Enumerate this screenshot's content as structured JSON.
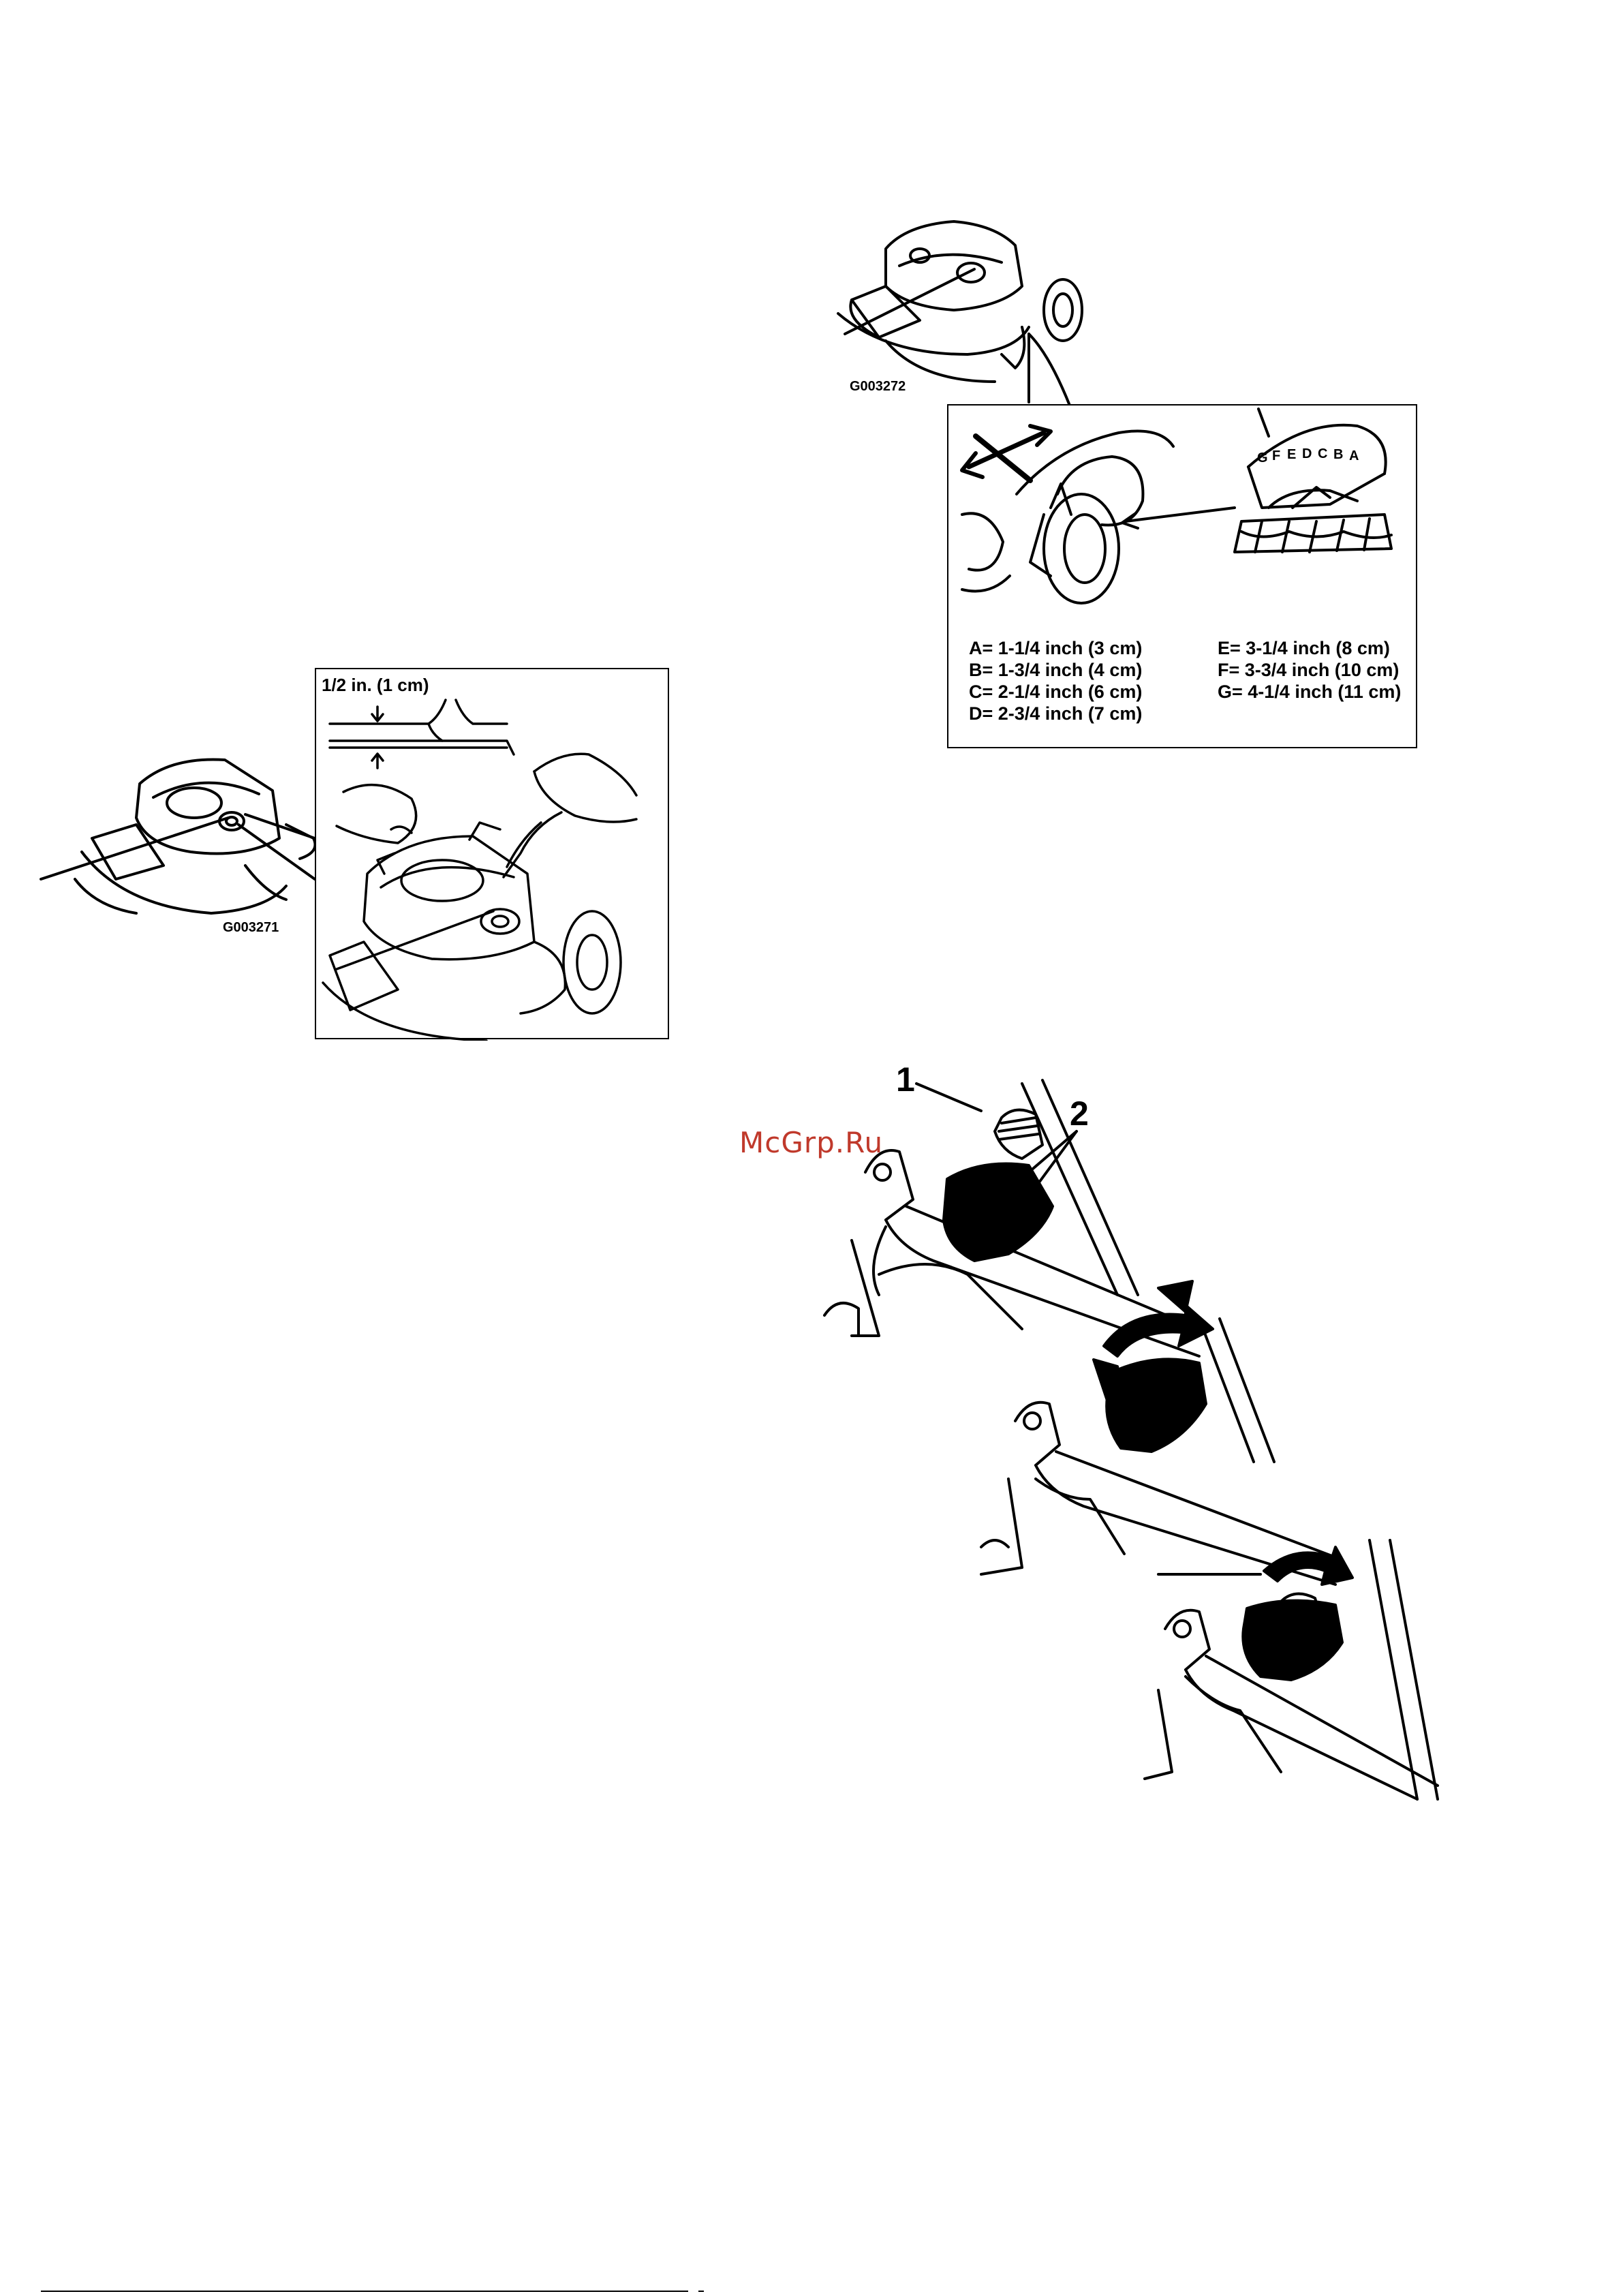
{
  "fig1": {
    "code": "G003271",
    "inset_label": "1/2 in. (1 cm)"
  },
  "fig2": {
    "code": "G003272",
    "scale_letters": [
      "G",
      "F",
      "E",
      "D",
      "C",
      "B",
      "A"
    ],
    "heights_left": [
      "A= 1-1/4 inch (3 cm)",
      "B= 1-3/4 inch (4 cm)",
      "C= 2-1/4 inch (6 cm)",
      "D= 2-3/4 inch (7 cm)"
    ],
    "heights_right": [
      "E= 3-1/4 inch (8 cm)",
      "F= 3-3/4 inch (10 cm)",
      "G= 4-1/4 inch (11 cm)"
    ]
  },
  "fig3": {
    "callout_1": "1",
    "callout_2": "2"
  },
  "watermark": "McGrp.Ru"
}
